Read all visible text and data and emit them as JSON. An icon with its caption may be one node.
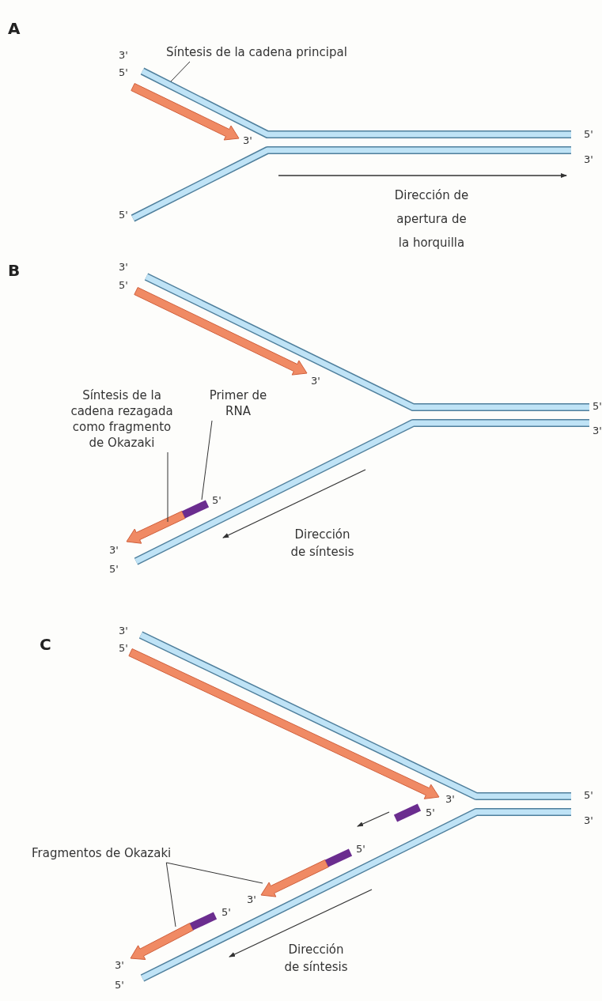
{
  "diagram": {
    "nodes": [
      {
        "text": [
          "Síntesis de la cadena principal"
        ]
      },
      {
        "text": [
          "Síntesis de la cadena rezagada como fragmento de Okazaki"
        ]
      },
      {
        "text": [
          "Primer de RNA"
        ]
      },
      {
        "text": [
          "Fragmentos de Okazaki"
        ]
      },
      {
        "text": [],
        "shape": "bar"
      },
      {
        "text": [],
        "shape": "bar"
      },
      {
        "text": [],
        "shape": "bar"
      },
      {
        "text": [],
        "shape": "bar"
      },
      {
        "text": [],
        "shape": "bar"
      }
    ],
    "edges": [
      {
        "from": 0,
        "to": 4,
        "arrow": "none"
      },
      {
        "from": 1,
        "to": 5,
        "arrow": "none"
      },
      {
        "from": 2,
        "to": 6,
        "arrow": "none"
      },
      {
        "from": 3,
        "to": 8,
        "arrow": "none"
      },
      {
        "from": 3,
        "to": 7,
        "arrow": "none"
      }
    ],
    "labels": [
      "A",
      "3'",
      "5'",
      "3'",
      "5'",
      "3'",
      "5'",
      "Dirección de apertura de la horquilla",
      "B",
      "3'",
      "5'",
      "3'",
      "5'",
      "3'",
      "5'",
      "3'",
      "5'",
      "Dirección de síntesis",
      "C",
      "3'",
      "5'",
      "3'",
      "5'",
      "3'",
      "5'",
      "5'",
      "3'",
      "5'",
      "3'",
      "5'",
      "Dirección de síntesis"
    ]
  }
}
